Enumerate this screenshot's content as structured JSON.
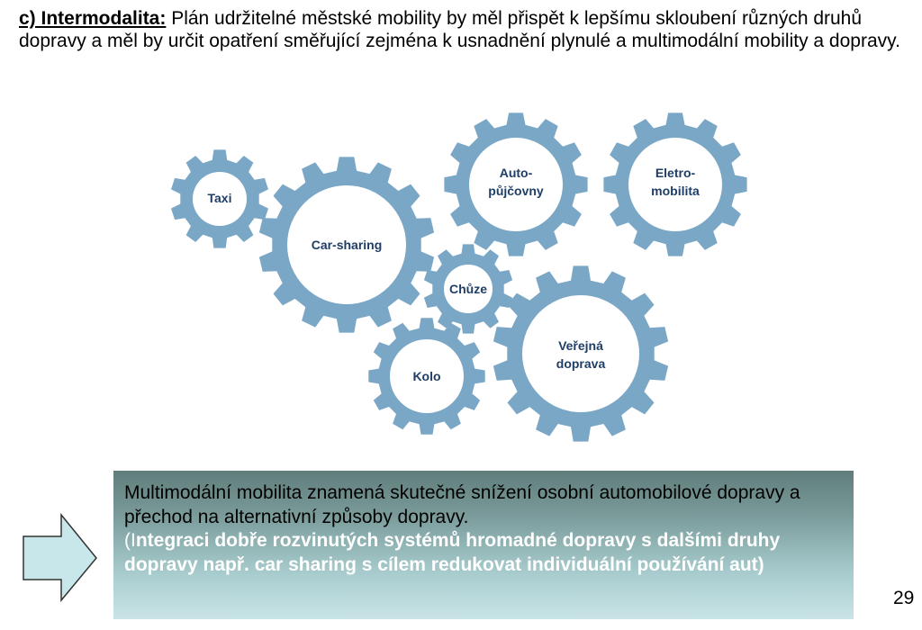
{
  "intro": {
    "lead": "c) Intermodalita:",
    "text": " Plán udržitelné městské mobility by měl přispět k lepšímu skloubení různých druhů dopravy a měl by určit opatření směřující zejména k usnadnění plynulé a multimodální mobility a dopravy."
  },
  "gears": {
    "taxi": "Taxi",
    "carsharing": "Car-sharing",
    "autopujcovny_1": "Auto-",
    "autopujcovny_2": "půjčovny",
    "elektro_1": "Eletro-",
    "elektro_2": "mobilita",
    "chuze": "Chůze",
    "kolo": "Kolo",
    "verejna_1": "Veřejná",
    "verejna_2": "doprava"
  },
  "colors": {
    "gear": "#7ba7c6",
    "gear_label": "#1f3e66",
    "arrow_fill": "#c7e7ea"
  },
  "callout": {
    "main": "Multimodální mobilita znamená skutečné snížení osobní automobilové dopravy a přechod na alternativní způsoby dopravy.",
    "sub_open": "(I",
    "sub_text": "ntegraci dobře rozvinutých systémů hromadné dopravy s dalšími druhy dopravy např. car sharing s cílem redukovat individuální používání aut)"
  },
  "page_number": "29"
}
